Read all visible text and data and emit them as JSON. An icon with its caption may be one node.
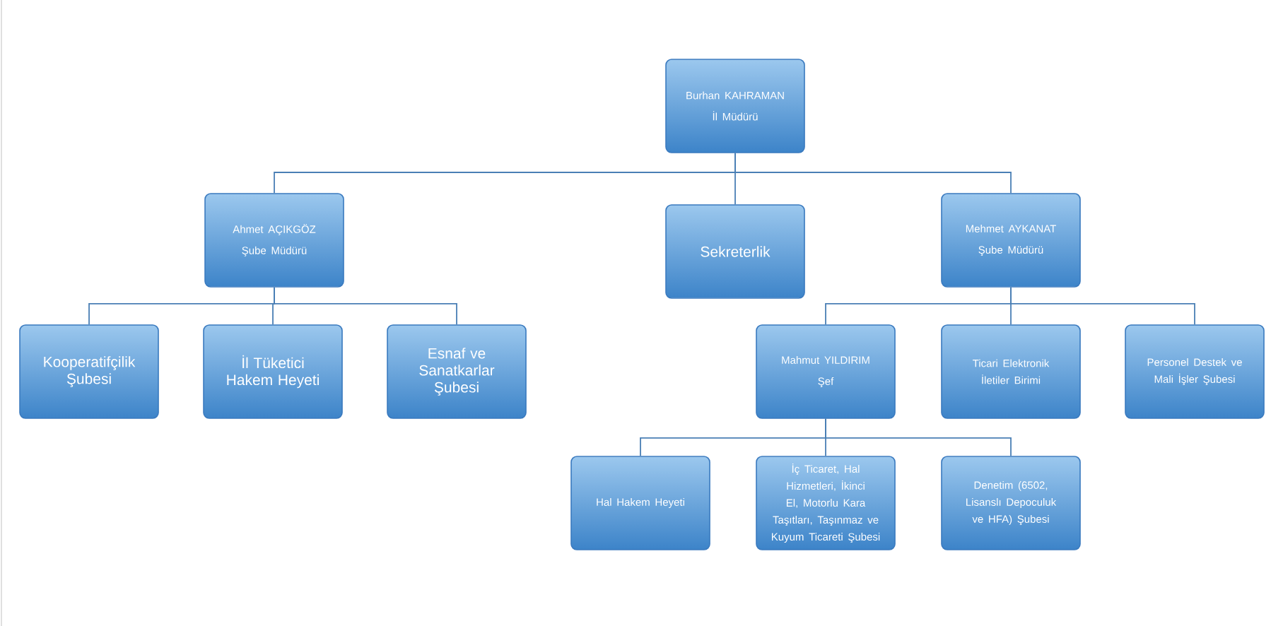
{
  "diagram": {
    "nodes": [
      {
        "text": [
          "Burhan KAHRAMAN",
          "İl Müdürü"
        ]
      },
      {
        "text": [
          "Ahmet AÇIKGÖZ",
          "Şube Müdürü"
        ]
      },
      {
        "text": [
          "Sekreterlik"
        ]
      },
      {
        "text": [
          "Mehmet AYKANAT",
          "Şube Müdürü"
        ]
      },
      {
        "text": [
          "Kooperatifçilik Şubesi"
        ]
      },
      {
        "text": [
          "İl Tüketici Hakem Heyeti"
        ]
      },
      {
        "text": [
          "Esnaf ve Sanatkarlar Şubesi"
        ]
      },
      {
        "text": [
          "Mahmut YILDIRIM",
          "Şef"
        ]
      },
      {
        "text": [
          "Ticari Elektronik İletiler Birimi"
        ]
      },
      {
        "text": [
          "Personel Destek ve Mali İşler Şubesi"
        ]
      },
      {
        "text": [
          "Hal Hakem Heyeti"
        ]
      },
      {
        "text": [
          "İç Ticaret, Hal Hizmetleri, İkinci El, Motorlu Kara Taşıtları, Taşınmaz ve Kuyum Ticareti Şubesi"
        ]
      },
      {
        "text": [
          "Denetim (6502, Lisanslı Depoculuk ve HFA) Şubesi"
        ]
      }
    ],
    "edges": [
      {
        "from": 0,
        "to": 1,
        "arrow": "none"
      },
      {
        "from": 0,
        "to": 2,
        "arrow": "none"
      },
      {
        "from": 0,
        "to": 3,
        "arrow": "none"
      },
      {
        "from": 1,
        "to": 4,
        "arrow": "none"
      },
      {
        "from": 1,
        "to": 5,
        "arrow": "none"
      },
      {
        "from": 1,
        "to": 6,
        "arrow": "none"
      },
      {
        "from": 3,
        "to": 7,
        "arrow": "none"
      },
      {
        "from": 3,
        "to": 8,
        "arrow": "none"
      },
      {
        "from": 3,
        "to": 9,
        "arrow": "none"
      },
      {
        "from": 7,
        "to": 10,
        "arrow": "none"
      },
      {
        "from": 7,
        "to": 11,
        "arrow": "none"
      },
      {
        "from": 7,
        "to": 12,
        "arrow": "none"
      }
    ]
  }
}
